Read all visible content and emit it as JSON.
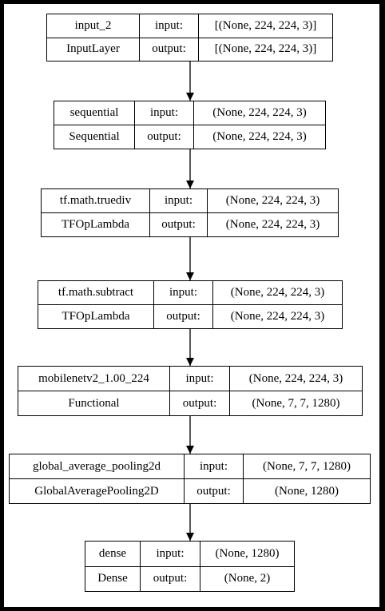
{
  "nodes": [
    {
      "name": "input_2",
      "type": "InputLayer",
      "input_label": "input:",
      "output_label": "output:",
      "input_shape": "[(None, 224, 224, 3)]",
      "output_shape": "[(None, 224, 224, 3)]"
    },
    {
      "name": "sequential",
      "type": "Sequential",
      "input_label": "input:",
      "output_label": "output:",
      "input_shape": "(None, 224, 224, 3)",
      "output_shape": "(None, 224, 224, 3)"
    },
    {
      "name": "tf.math.truediv",
      "type": "TFOpLambda",
      "input_label": "input:",
      "output_label": "output:",
      "input_shape": "(None, 224, 224, 3)",
      "output_shape": "(None, 224, 224, 3)"
    },
    {
      "name": "tf.math.subtract",
      "type": "TFOpLambda",
      "input_label": "input:",
      "output_label": "output:",
      "input_shape": "(None, 224, 224, 3)",
      "output_shape": "(None, 224, 224, 3)"
    },
    {
      "name": "mobilenetv2_1.00_224",
      "type": "Functional",
      "input_label": "input:",
      "output_label": "output:",
      "input_shape": "(None, 224, 224, 3)",
      "output_shape": "(None, 7, 7, 1280)"
    },
    {
      "name": "global_average_pooling2d",
      "type": "GlobalAveragePooling2D",
      "input_label": "input:",
      "output_label": "output:",
      "input_shape": "(None, 7, 7, 1280)",
      "output_shape": "(None, 1280)"
    },
    {
      "name": "dense",
      "type": "Dense",
      "input_label": "input:",
      "output_label": "output:",
      "input_shape": "(None, 1280)",
      "output_shape": "(None, 2)"
    }
  ],
  "edges": [
    {
      "from": 0,
      "to": 1
    },
    {
      "from": 1,
      "to": 2
    },
    {
      "from": 2,
      "to": 3
    },
    {
      "from": 3,
      "to": 4
    },
    {
      "from": 4,
      "to": 5
    },
    {
      "from": 5,
      "to": 6
    }
  ],
  "colors": {
    "frame": "#000000",
    "background": "#ffffff",
    "line": "#000000"
  }
}
